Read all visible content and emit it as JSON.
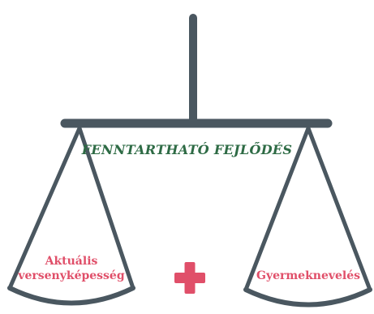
{
  "diagram": {
    "title": "FENNTARTHATÓ FEJLŐDÉS",
    "left_pan_label_line1": "Aktuális",
    "left_pan_label_line2": "versenyképesség",
    "right_pan_label": "Gyermeknevelés",
    "operator_symbol": "plus"
  },
  "colors": {
    "frame": "#4a5760",
    "title": "#2e6b45",
    "accent": "#e04f69",
    "background": "#ffffff"
  }
}
